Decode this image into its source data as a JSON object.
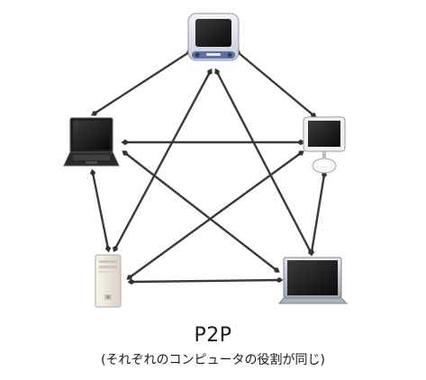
{
  "diagram": {
    "title": "P2P",
    "subtitle": "(それぞれのコンピュータの役割が同じ)",
    "nodes": [
      {
        "id": "imac-top",
        "icon": "crt-imac-icon"
      },
      {
        "id": "laptop-left",
        "icon": "black-laptop-icon"
      },
      {
        "id": "emac-right",
        "icon": "white-imac-lamp-icon"
      },
      {
        "id": "tower-bottom-left",
        "icon": "tower-pc-icon"
      },
      {
        "id": "powerbook-bottom-right",
        "icon": "silver-laptop-icon"
      }
    ],
    "connections": [
      [
        "imac-top",
        "laptop-left"
      ],
      [
        "imac-top",
        "emac-right"
      ],
      [
        "imac-top",
        "tower-bottom-left"
      ],
      [
        "imac-top",
        "powerbook-bottom-right"
      ],
      [
        "laptop-left",
        "emac-right"
      ],
      [
        "laptop-left",
        "tower-bottom-left"
      ],
      [
        "laptop-left",
        "powerbook-bottom-right"
      ],
      [
        "emac-right",
        "tower-bottom-left"
      ],
      [
        "emac-right",
        "powerbook-bottom-right"
      ],
      [
        "tower-bottom-left",
        "powerbook-bottom-right"
      ]
    ],
    "colors": {
      "line": "#3a3a3a",
      "arrowhead": "#333333"
    }
  }
}
